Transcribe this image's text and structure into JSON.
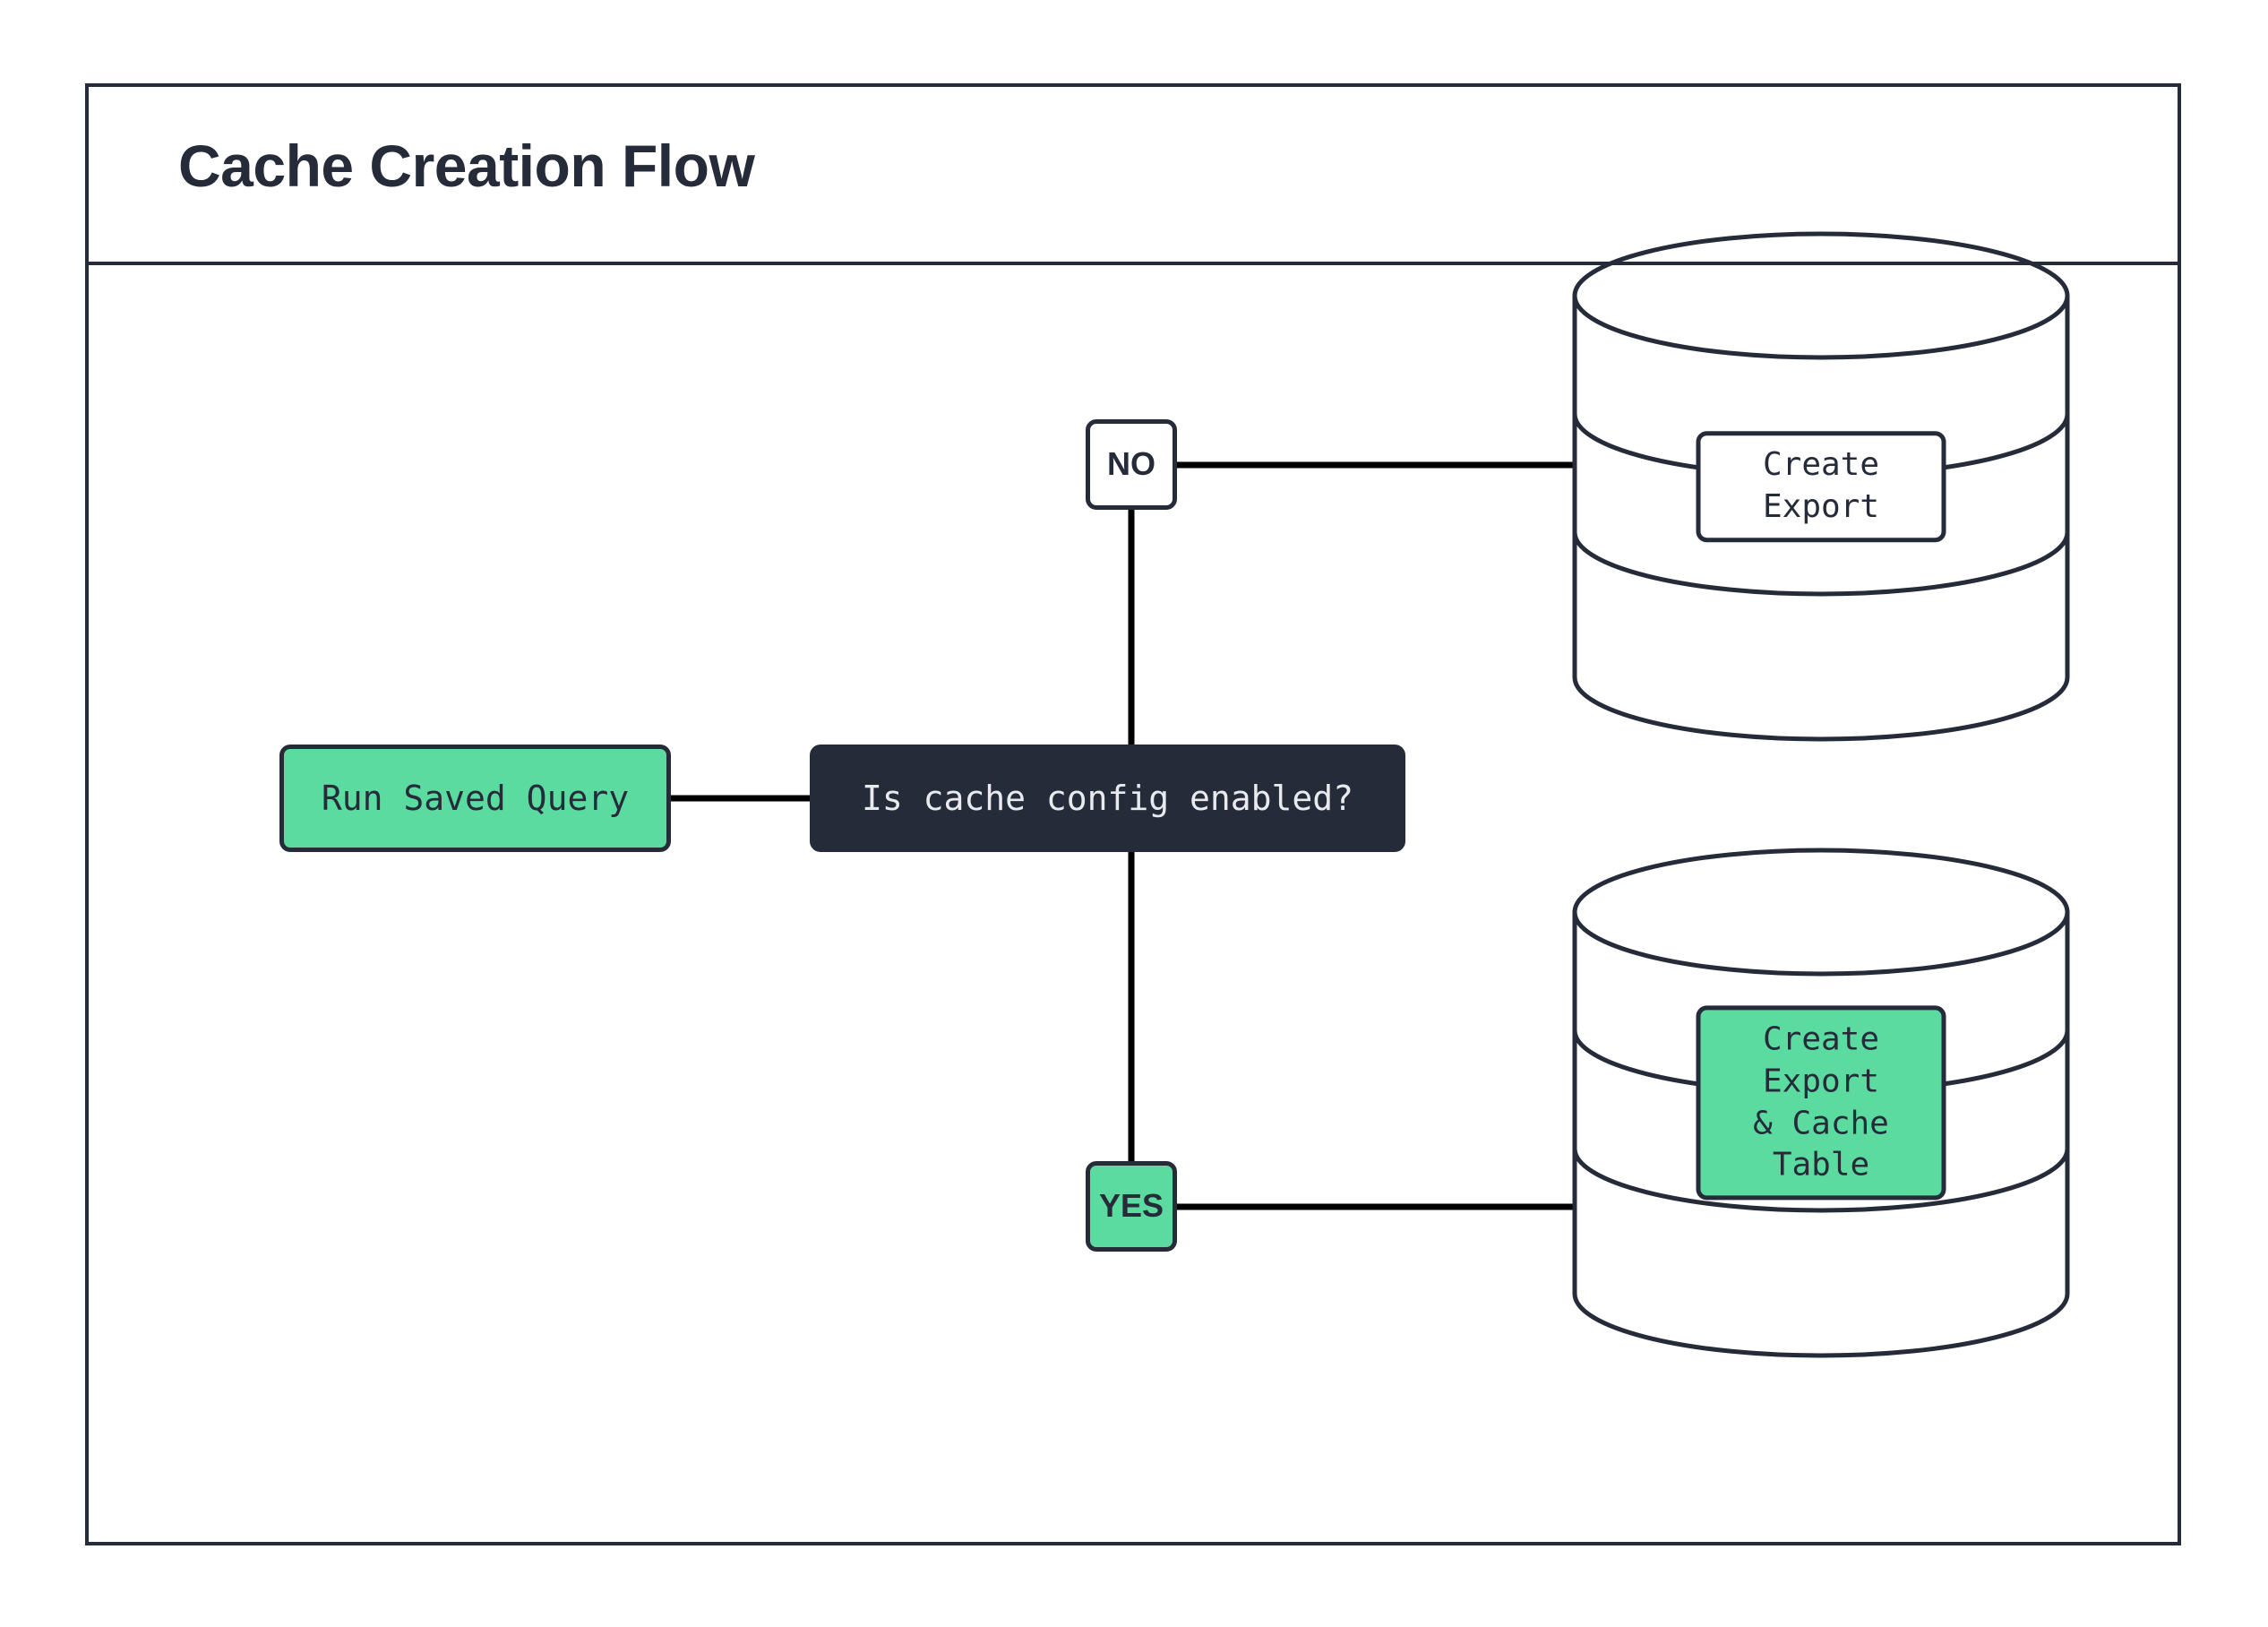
{
  "diagram": {
    "title": "Cache Creation Flow",
    "colors": {
      "ink": "#262b3a",
      "accent_green": "#5cdba0",
      "canvas": "#ffffff",
      "edge": "#000000"
    },
    "nodes": {
      "run_saved_query": {
        "label": "Run Saved Query",
        "shape": "rounded-rect",
        "fill": "green"
      },
      "decision": {
        "label": "Is cache config enabled?",
        "shape": "rounded-rect",
        "fill": "dark"
      },
      "branch_no": {
        "label": "NO",
        "shape": "rounded-rect",
        "fill": "white"
      },
      "branch_yes": {
        "label": "YES",
        "shape": "rounded-rect",
        "fill": "green"
      },
      "db_create_export": {
        "label": "Create Export",
        "shape": "database-cylinder",
        "fill": "white"
      },
      "db_create_export_cache_table": {
        "label": "Create Export\n& Cache Table",
        "shape": "database-cylinder",
        "fill": "green"
      }
    },
    "edges": [
      {
        "from": "run_saved_query",
        "to": "decision",
        "label": ""
      },
      {
        "from": "decision",
        "to": "branch_no",
        "label": ""
      },
      {
        "from": "decision",
        "to": "branch_yes",
        "label": ""
      },
      {
        "from": "branch_no",
        "to": "db_create_export",
        "label": ""
      },
      {
        "from": "branch_yes",
        "to": "db_create_export_cache_table",
        "label": ""
      }
    ]
  }
}
